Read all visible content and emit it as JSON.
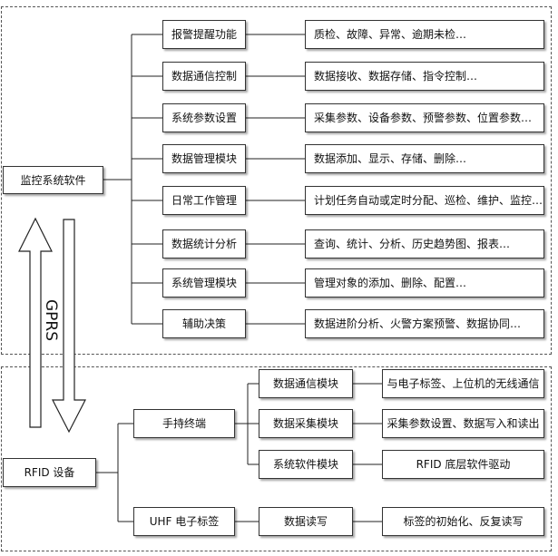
{
  "monitor": {
    "root": "监控系统软件",
    "modules": [
      {
        "name": "报警提醒功能",
        "detail": "质检、故障、异常、逾期未检…"
      },
      {
        "name": "数据通信控制",
        "detail": "数据接收、数据存储、指令控制…"
      },
      {
        "name": "系统参数设置",
        "detail": "采集参数、设备参数、预警参数、位置参数…"
      },
      {
        "name": "数据管理模块",
        "detail": "数据添加、显示、存储、删除…"
      },
      {
        "name": "日常工作管理",
        "detail": "计划任务自动或定时分配、巡检、维护、监控…"
      },
      {
        "name": "数据统计分析",
        "detail": "查询、统计、分析、历史趋势图、报表…"
      },
      {
        "name": "系统管理模块",
        "detail": "管理对象的添加、删除、配置…"
      },
      {
        "name": "辅助决策",
        "detail": "数据进阶分析、火警方案预警、数据协同…"
      }
    ]
  },
  "link_label": "GPRS",
  "rfid": {
    "root": "RFID 设备",
    "handheld": {
      "name": "手持终端",
      "modules": [
        {
          "name": "数据通信模块",
          "detail": "与电子标签、上位机的无线通信"
        },
        {
          "name": "数据采集模块",
          "detail": "采集参数设置、数据写入和读出"
        },
        {
          "name": "系统软件模块",
          "detail": "RFID 底层软件驱动"
        }
      ]
    },
    "tag": {
      "name": "UHF 电子标签",
      "module": "数据读写",
      "detail": "标签的初始化、反复读写"
    }
  }
}
